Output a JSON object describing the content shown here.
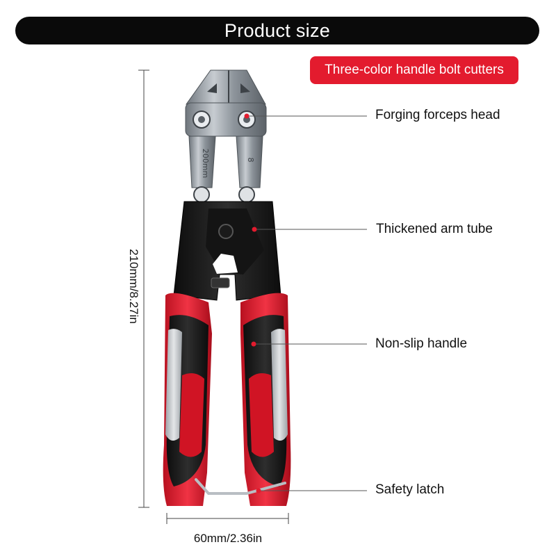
{
  "header": {
    "title": "Product size"
  },
  "badge": {
    "text": "Three-color handle bolt cutters"
  },
  "callouts": [
    {
      "label": "Forging forceps head"
    },
    {
      "label": "Thickened arm tube"
    },
    {
      "label": "Non-slip handle"
    },
    {
      "label": "Safety latch"
    }
  ],
  "dimensions": {
    "height": "210mm/8.27in",
    "width": "60mm/2.36in"
  },
  "tool": {
    "engraving_left": "200mm",
    "engraving_right": "8"
  },
  "colors": {
    "accent_red": "#e31b2e",
    "title_bg": "#0a0a0a",
    "handle_black": "#1c1c1c",
    "handle_grey": "#c9ccd0",
    "steel": "#9aa1a8"
  }
}
